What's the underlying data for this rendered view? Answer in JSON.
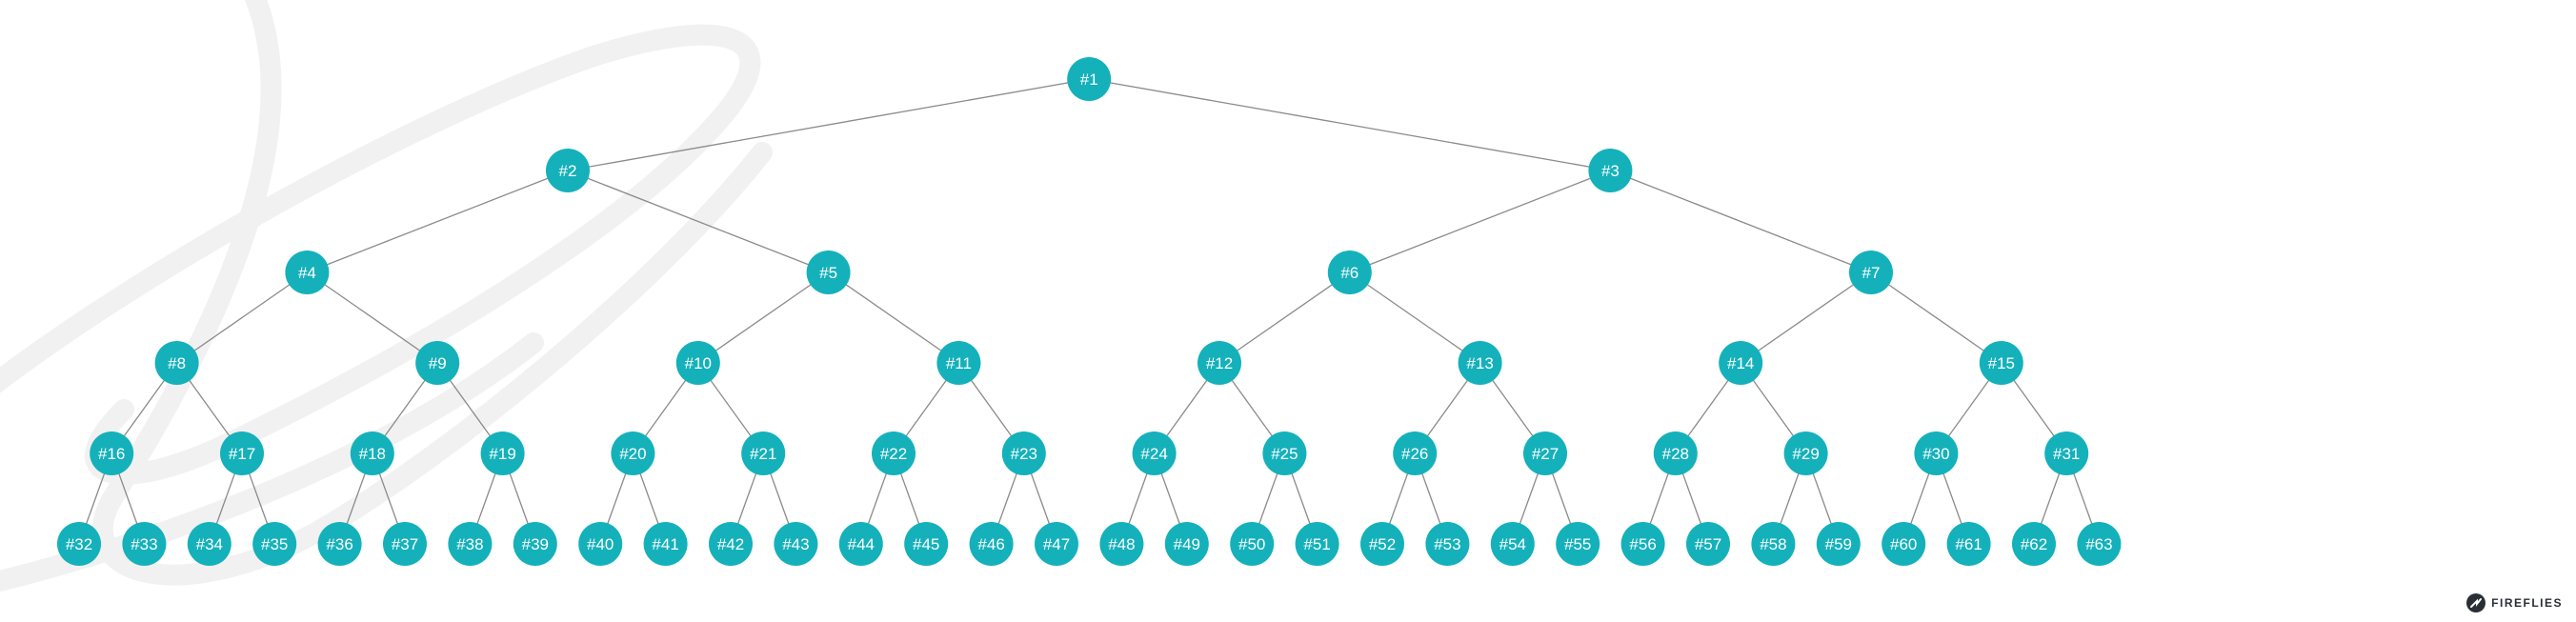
{
  "tree": {
    "node_color": "#14b1bb",
    "edge_color": "#8a8a8a",
    "levels": [
      [
        "#1"
      ],
      [
        "#2",
        "#3"
      ],
      [
        "#4",
        "#5",
        "#6",
        "#7"
      ],
      [
        "#8",
        "#9",
        "#10",
        "#11",
        "#12",
        "#13",
        "#14",
        "#15"
      ],
      [
        "#16",
        "#17",
        "#18",
        "#19",
        "#20",
        "#21",
        "#22",
        "#23",
        "#24",
        "#25",
        "#26",
        "#27",
        "#28",
        "#29",
        "#30",
        "#31"
      ],
      [
        "#32",
        "#33",
        "#34",
        "#35",
        "#36",
        "#37",
        "#38",
        "#39",
        "#40",
        "#41",
        "#42",
        "#43",
        "#44",
        "#45",
        "#46",
        "#47",
        "#48",
        "#49",
        "#50",
        "#51",
        "#52",
        "#53",
        "#54",
        "#55",
        "#56",
        "#57",
        "#58",
        "#59",
        "#60",
        "#61",
        "#62",
        "#63"
      ]
    ]
  },
  "brand": {
    "name": "FIREFLIES",
    "icon": "fireflies-logo-icon"
  }
}
